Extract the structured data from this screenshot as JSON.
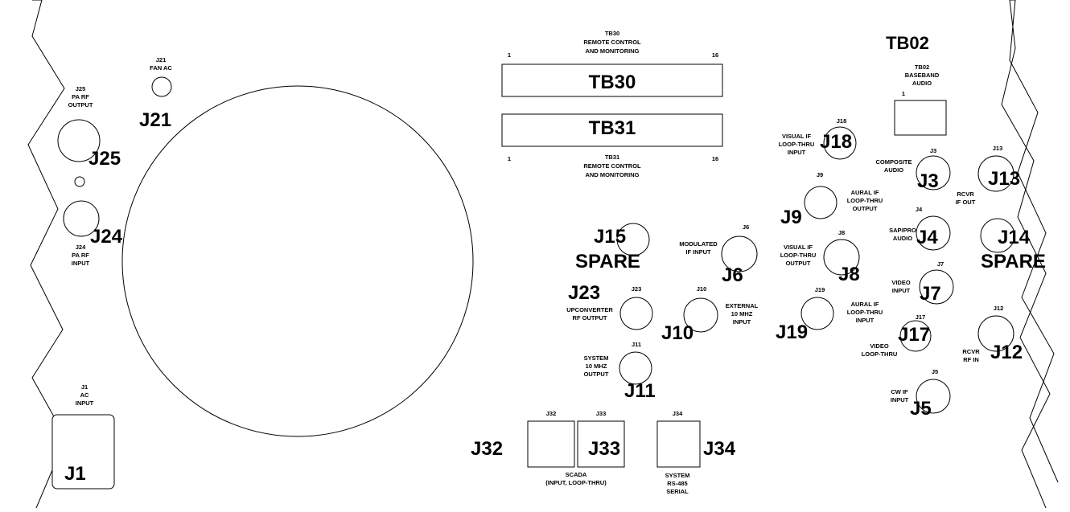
{
  "title": "TB02",
  "connectors": {
    "j1": {
      "tag": "J1",
      "lines": [
        "J1",
        "AC",
        "INPUT"
      ]
    },
    "j21": {
      "tag": "J21",
      "lines": [
        "J21",
        "FAN AC"
      ]
    },
    "j25": {
      "tag": "J25",
      "lines": [
        "J25",
        "PA RF",
        "OUTPUT"
      ]
    },
    "j24": {
      "tag": "J24",
      "lines": [
        "J24",
        "PA RF",
        "INPUT"
      ]
    },
    "j15": {
      "tag": "J15",
      "sub": "SPARE"
    },
    "j23": {
      "tag": "J23",
      "lines": [
        "J23",
        "UPCONVERTER",
        "RF OUTPUT"
      ]
    },
    "j10": {
      "tag": "J10",
      "lines": [
        "J10",
        "EXTERNAL",
        "10 MHZ",
        "INPUT"
      ]
    },
    "j11": {
      "tag": "J11",
      "lines": [
        "J11",
        "SYSTEM",
        "10 MHZ",
        "OUTPUT"
      ]
    },
    "j6": {
      "tag": "J6",
      "lines": [
        "J6",
        "MODULATED",
        "IF INPUT"
      ]
    },
    "j18": {
      "tag": "J18",
      "lines": [
        "J18",
        "VISUAL IF",
        "LOOP-THRU",
        "INPUT"
      ]
    },
    "j9": {
      "tag": "J9",
      "lines": [
        "J9",
        "AURAL IF",
        "LOOP-THRU",
        "OUTPUT"
      ]
    },
    "j8": {
      "tag": "J8",
      "lines": [
        "J8",
        "VISUAL IF",
        "LOOP-THRU",
        "OUTPUT"
      ]
    },
    "j19": {
      "tag": "J19",
      "lines": [
        "J19",
        "AURAL IF",
        "LOOP-THRU",
        "INPUT"
      ]
    },
    "j3": {
      "tag": "J3",
      "lines": [
        "J3",
        "COMPOSITE",
        "AUDIO"
      ]
    },
    "j4": {
      "tag": "J4",
      "lines": [
        "J4",
        "SAP/PRO",
        "AUDIO"
      ]
    },
    "j7": {
      "tag": "J7",
      "lines": [
        "J7",
        "VIDEO",
        "INPUT"
      ]
    },
    "j17": {
      "tag": "J17",
      "lines": [
        "J17",
        "VIDEO",
        "LOOP-THRU"
      ]
    },
    "j5": {
      "tag": "J5",
      "lines": [
        "J5",
        "CW IF",
        "INPUT"
      ]
    },
    "j13": {
      "tag": "J13",
      "lines": [
        "J13",
        "RCVR",
        "IF OUT"
      ]
    },
    "j14": {
      "tag": "J14",
      "sub": "SPARE"
    },
    "j12": {
      "tag": "J12",
      "lines": [
        "J12",
        "RCVR",
        "RF IN"
      ]
    },
    "j32": {
      "tag": "J32",
      "label": "J32"
    },
    "j33": {
      "tag": "J33",
      "label": "J33"
    },
    "scada": {
      "lines": [
        "SCADA",
        "(INPUT, LOOP-THRU)"
      ]
    },
    "j34": {
      "tag": "J34",
      "lines": [
        "J34",
        "SYSTEM",
        "RS-485",
        "SERIAL"
      ]
    }
  },
  "terminal_blocks": {
    "tb30": {
      "tag": "TB30",
      "lines": [
        "TB30",
        "REMOTE CONTROL",
        "AND MONITORING"
      ],
      "pin_first": "1",
      "pin_last": "16"
    },
    "tb31": {
      "tag": "TB31",
      "lines": [
        "TB31",
        "REMOTE CONTROL",
        "AND MONITORING"
      ],
      "pin_first": "1",
      "pin_last": "16"
    },
    "tb02": {
      "lines": [
        "TB02",
        "BASEBAND",
        "AUDIO"
      ],
      "pin_first": "1"
    }
  }
}
